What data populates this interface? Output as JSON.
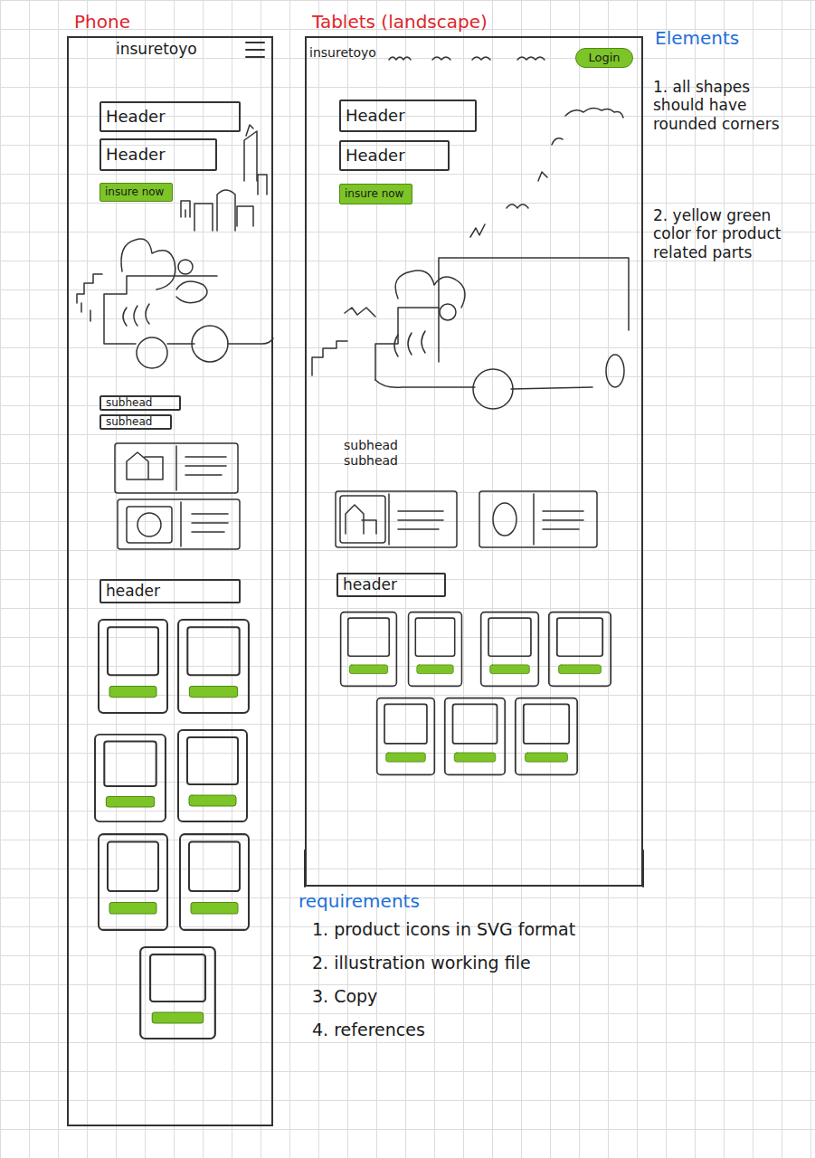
{
  "diagram": {
    "nodes": [
      {
        "text": [
          "Phone"
        ]
      },
      {
        "text": [
          "Header"
        ],
        "in": 0
      },
      {
        "text": [
          "Header"
        ],
        "in": 0
      },
      {
        "text": [
          "insure now"
        ],
        "in": 0
      },
      {
        "text": [
          "subhead"
        ],
        "in": 0
      },
      {
        "text": [
          "subhead"
        ],
        "in": 0
      },
      {
        "text": [
          "header"
        ],
        "in": 0
      },
      {
        "text": [
          "Tablets (landscape)"
        ]
      },
      {
        "text": [
          "Login"
        ],
        "in": 7
      },
      {
        "text": [
          "Header"
        ],
        "in": 7
      },
      {
        "text": [
          "Header"
        ],
        "in": 7
      },
      {
        "text": [
          "insure now"
        ],
        "in": 7
      },
      {
        "text": [
          "header"
        ],
        "in": 7
      }
    ],
    "labels": [
      "insuretoyo",
      "insuretoyo",
      "subhead",
      "subhead",
      "Elements",
      "1. all shapes should have rounded corners",
      "2. yellow green color for product related parts",
      "requirements",
      "1. product icons in SVG format",
      "2. illustration working file",
      "3. Copy",
      "4. references"
    ]
  }
}
